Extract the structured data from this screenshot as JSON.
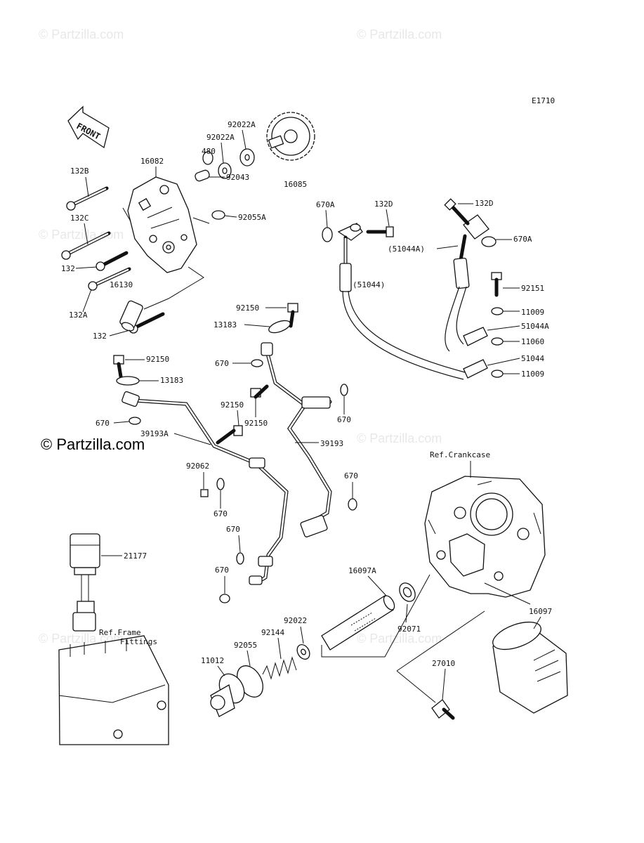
{
  "watermarks": {
    "small": "© Partzilla.com",
    "large": "© Partzilla.com"
  },
  "diagram_code": "E1710",
  "front_arrow": "FRONT",
  "refs": {
    "crankcase": "Ref.Crankcase",
    "frame_line1": "Ref.Frame",
    "frame_line2": "Fittings"
  },
  "labels": {
    "p92022A_top": "92022A",
    "p92022A": "92022A",
    "p480": "480",
    "p16082": "16082",
    "p16085": "16085",
    "p132B": "132B",
    "p92043": "92043",
    "p132C": "132C",
    "p92055A": "92055A",
    "p132_a": "132",
    "p16130": "16130",
    "p132A": "132A",
    "p132_b": "132",
    "p670A_l": "670A",
    "p132D_l": "132D",
    "p132D_r": "132D",
    "p670A_r": "670A",
    "p51044A_par": "(51044A)",
    "p51044_par": "(51044)",
    "p92151": "92151",
    "p11009_a": "11009",
    "p51044A": "51044A",
    "p11060": "11060",
    "p51044": "51044",
    "p11009_b": "11009",
    "p92150_a": "92150",
    "p13183_a": "13183",
    "p670_a": "670",
    "p92150_b": "92150",
    "p13183_b": "13183",
    "p92150_c": "92150",
    "p670_b": "670",
    "p92150_d": "92150",
    "p670_c": "670",
    "p39193A": "39193A",
    "p39193": "39193",
    "p92062": "92062",
    "p670_d": "670",
    "p670_e": "670",
    "p670_f": "670",
    "p670_g": "670",
    "p21177": "21177",
    "p16097A": "16097A",
    "p16097": "16097",
    "p92022": "92022",
    "p92071": "92071",
    "p92144": "92144",
    "p92055": "92055",
    "p11012": "11012",
    "p27010": "27010"
  }
}
